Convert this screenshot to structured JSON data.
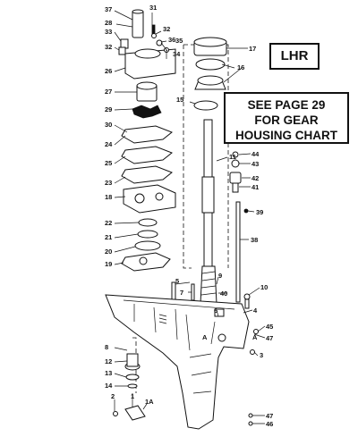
{
  "boxes": {
    "variant_label": "LHR",
    "chart_note": [
      "SEE PAGE 29",
      "FOR GEAR",
      "HOUSING CHART"
    ]
  },
  "callouts": [
    "37",
    "28",
    "33",
    "32",
    "26",
    "31",
    "32",
    "36",
    "35",
    "34",
    "27",
    "29",
    "30",
    "24",
    "25",
    "23",
    "18",
    "22",
    "21",
    "20",
    "19",
    "17",
    "16",
    "15",
    "11",
    "44",
    "43",
    "42",
    "41",
    "39",
    "38",
    "9",
    "40",
    "10",
    "5",
    "7",
    "6",
    "4",
    "45",
    "47",
    "8",
    "12",
    "13",
    "14",
    "2",
    "1",
    "1A",
    "3",
    "47",
    "46",
    "A",
    "A"
  ]
}
